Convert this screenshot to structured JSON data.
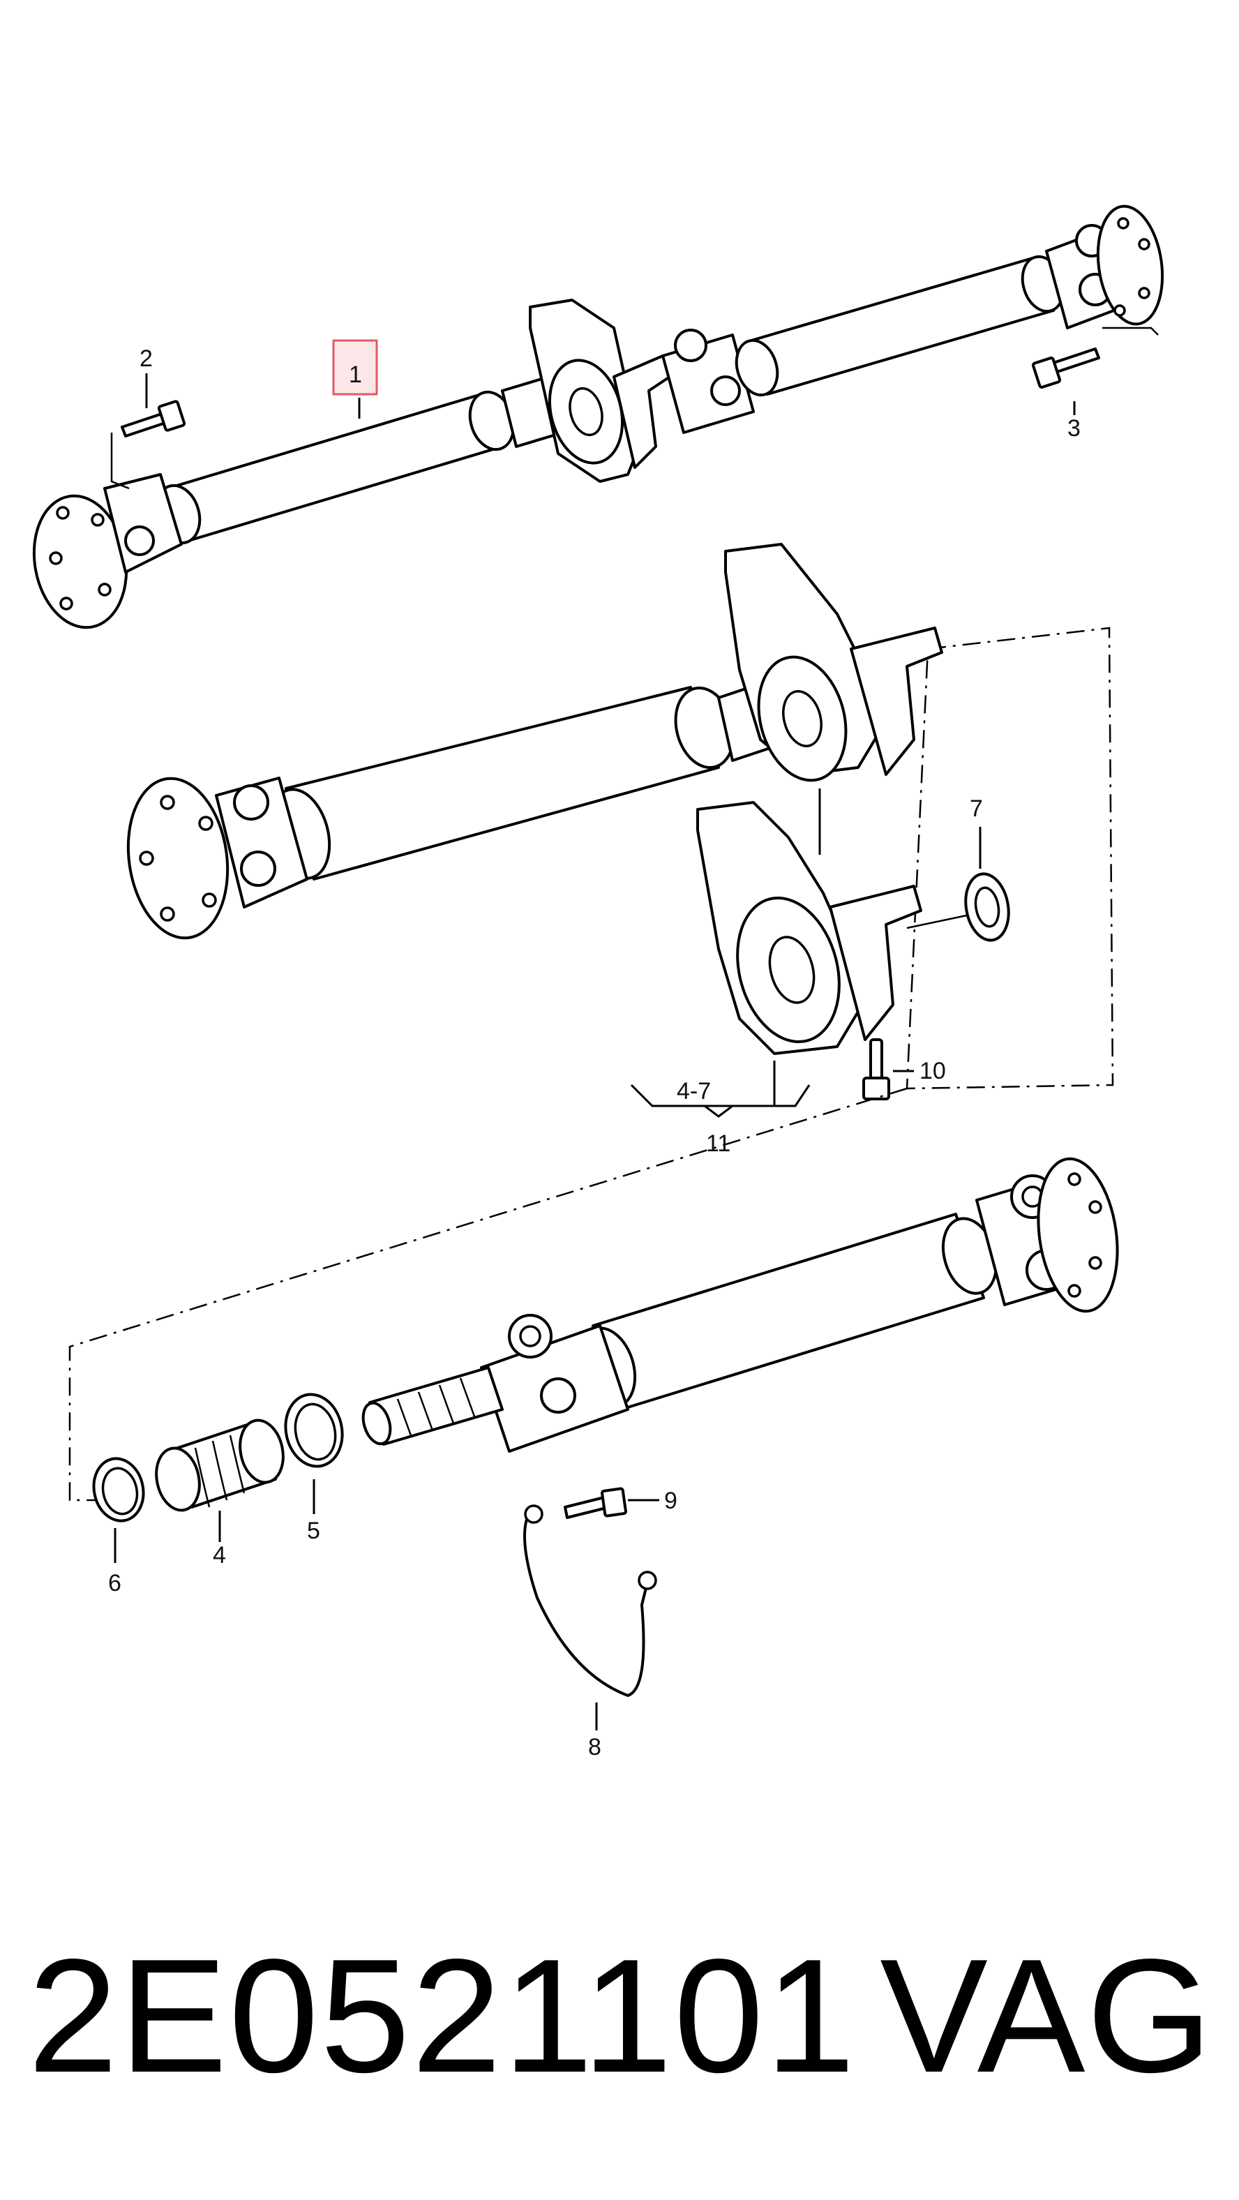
{
  "callouts": {
    "c1": "1",
    "c2": "2",
    "c3": "3",
    "c7": "7",
    "c10": "10",
    "c47": "4-7",
    "c11": "11",
    "c9": "9",
    "c6": "6",
    "c4": "4",
    "c5": "5",
    "c8": "8"
  },
  "highlight_color": "#e05a6a",
  "footer": {
    "part_number": "2E0521101",
    "brand": "VAG"
  }
}
